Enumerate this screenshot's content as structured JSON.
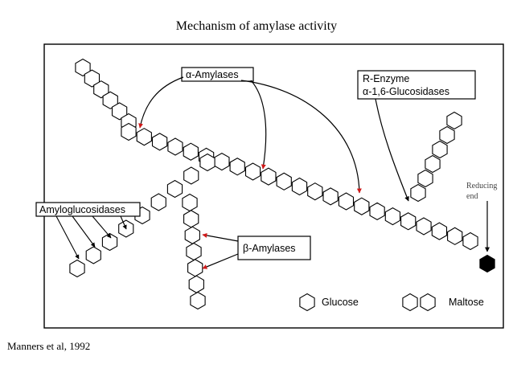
{
  "title": "Mechanism of amylase activity",
  "citation": "Manners et al, 1992",
  "diagram": {
    "labels": {
      "alpha_amylases": "α-Amylases",
      "r_enzyme_line1": "R-Enzyme",
      "r_enzyme_line2": "α-1,6-Glucosidases",
      "amyloglucosidases": "Amyloglucosidases",
      "beta_amylases": "β-Amylases",
      "reducing_line1": "Reducing",
      "reducing_line2": "end"
    },
    "legend": {
      "glucose": "Glucose",
      "maltose": "Maltose"
    },
    "colors": {
      "arrow_head": "#d01818",
      "line": "#000000",
      "reducing_end": "#000000"
    }
  }
}
